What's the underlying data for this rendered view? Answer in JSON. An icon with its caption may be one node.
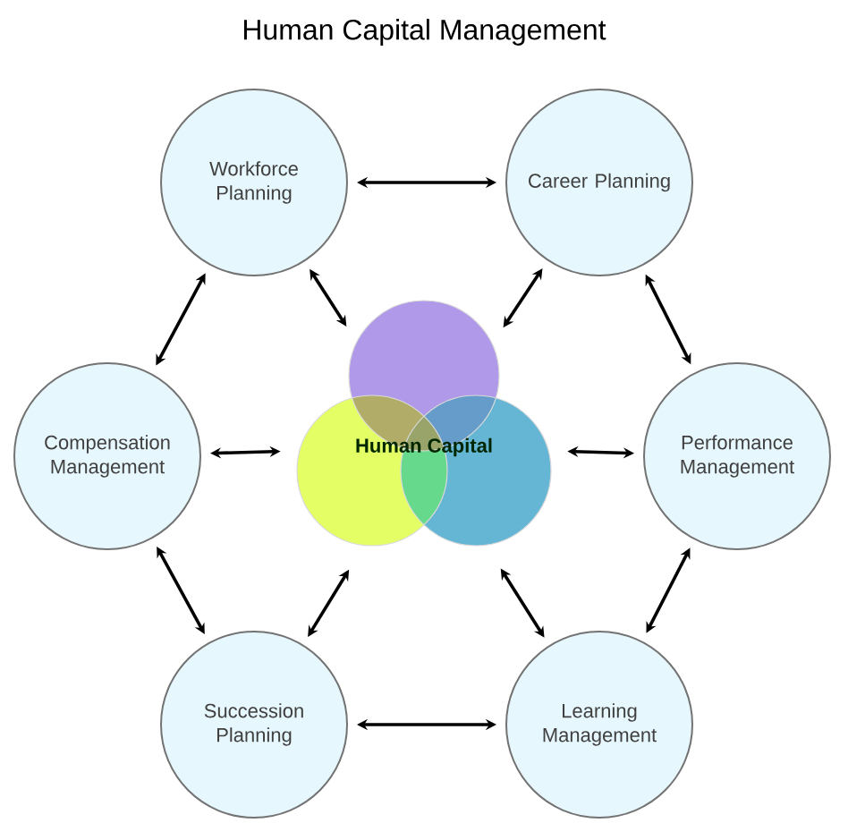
{
  "diagram": {
    "title": "Human Capital Management",
    "nodes": [
      {
        "text": [
          "Workforce Planning"
        ]
      },
      {
        "text": [
          "Career Planning"
        ]
      },
      {
        "text": [
          "Compensation Management"
        ]
      },
      {
        "text": [
          "Human Capital"
        ]
      },
      {
        "text": [
          "Performance Management"
        ]
      },
      {
        "text": [
          "Succession Planning"
        ]
      },
      {
        "text": [
          "Learning Management"
        ]
      }
    ],
    "edges": [
      {
        "from": 0,
        "to": 1,
        "arrow": "both"
      },
      {
        "from": 1,
        "to": 4,
        "arrow": "both"
      },
      {
        "from": 4,
        "to": 6,
        "arrow": "both"
      },
      {
        "from": 6,
        "to": 5,
        "arrow": "both"
      },
      {
        "from": 5,
        "to": 2,
        "arrow": "both"
      },
      {
        "from": 2,
        "to": 0,
        "arrow": "both"
      },
      {
        "from": 0,
        "to": 3,
        "arrow": "both"
      },
      {
        "from": 1,
        "to": 3,
        "arrow": "both"
      },
      {
        "from": 2,
        "to": 3,
        "arrow": "both"
      },
      {
        "from": 4,
        "to": 3,
        "arrow": "both"
      },
      {
        "from": 5,
        "to": 3,
        "arrow": "both"
      },
      {
        "from": 6,
        "to": 3,
        "arrow": "both"
      }
    ]
  }
}
